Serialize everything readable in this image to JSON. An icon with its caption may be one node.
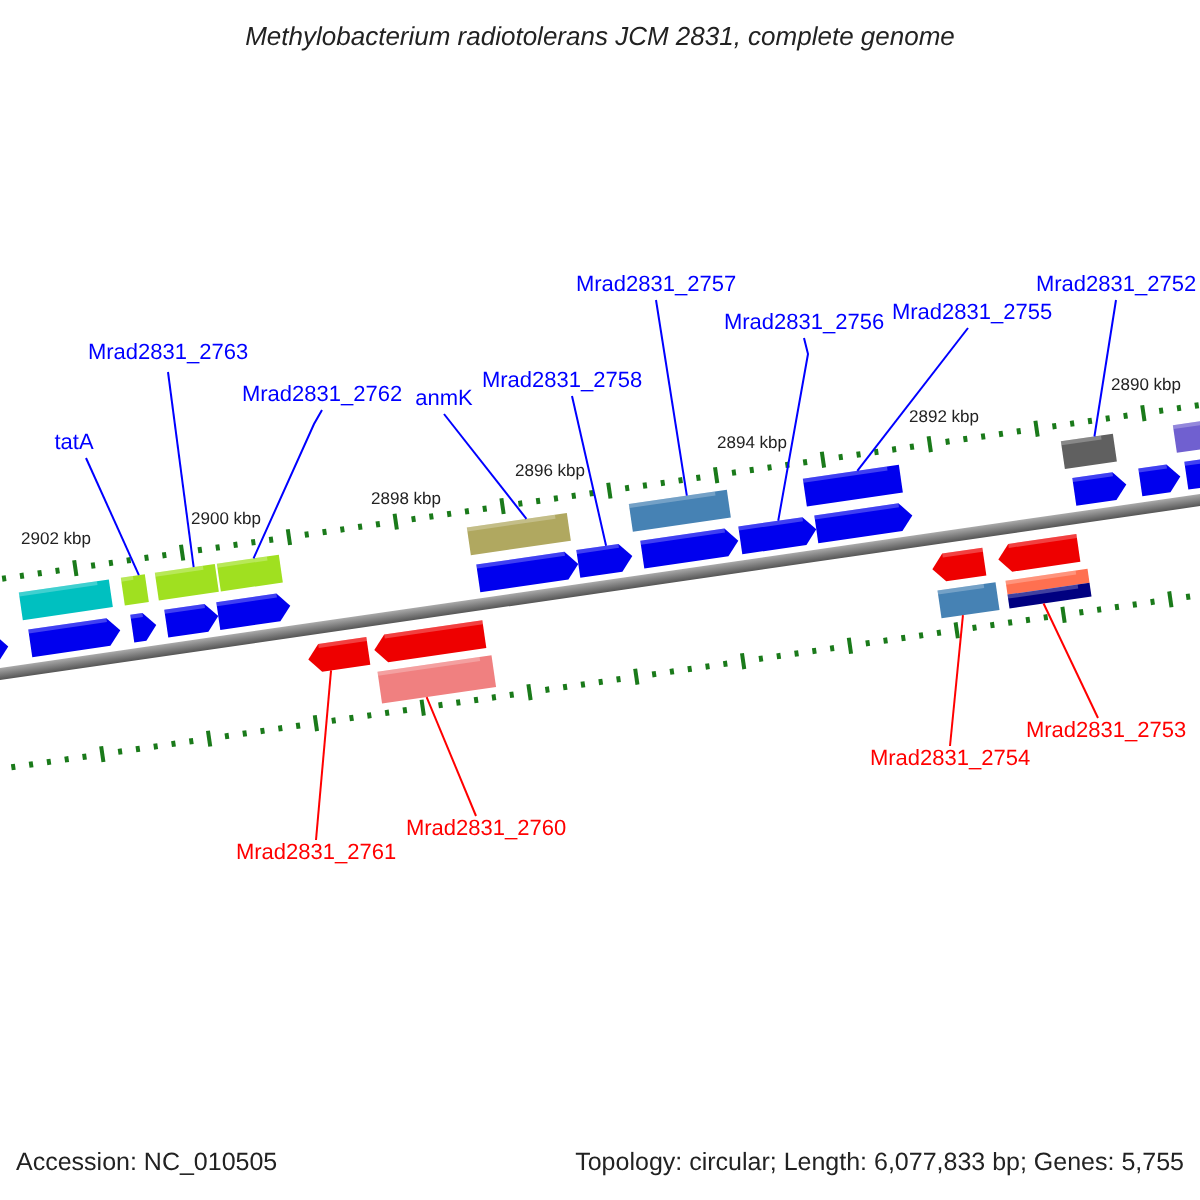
{
  "diagram": {
    "title": "Methylobacterium radiotolerans JCM 2831, complete genome",
    "nodes": [
      {
        "text": [
          "tatA"
        ]
      },
      {
        "text": [
          "Mrad2831_2763"
        ]
      },
      {
        "text": [
          "Mrad2831_2762"
        ]
      },
      {
        "text": [
          "anmK"
        ]
      },
      {
        "text": [
          "Mrad2831_2758"
        ]
      },
      {
        "text": [
          "Mrad2831_2757"
        ]
      },
      {
        "text": [
          "Mrad2831_2756"
        ]
      },
      {
        "text": [
          "Mrad2831_2755"
        ]
      },
      {
        "text": [
          "Mrad2831_2752"
        ]
      },
      {
        "text": [
          "Mrad2831_2761"
        ]
      },
      {
        "text": [
          "Mrad2831_2760"
        ]
      },
      {
        "text": [
          "Mrad2831_2754"
        ]
      },
      {
        "text": [
          "Mrad2831_2753"
        ]
      },
      {
        "text": [],
        "shape": "arrow"
      },
      {
        "text": [],
        "shape": "box"
      },
      {
        "text": [],
        "shape": "arrow"
      },
      {
        "text": [],
        "shape": "box"
      },
      {
        "text": [],
        "shape": "arrow"
      },
      {
        "text": [],
        "shape": "box"
      },
      {
        "text": [],
        "shape": "arrow"
      },
      {
        "text": [],
        "shape": "arrow"
      },
      {
        "text": [],
        "shape": "box"
      },
      {
        "text": [],
        "shape": "arrow"
      },
      {
        "text": [],
        "shape": "arrow"
      },
      {
        "text": [],
        "shape": "box"
      },
      {
        "text": [],
        "shape": "box"
      },
      {
        "text": [],
        "shape": "arrow"
      },
      {
        "text": [],
        "shape": "arrow"
      },
      {
        "text": [],
        "shape": "box"
      },
      {
        "text": [],
        "shape": "arrow"
      },
      {
        "text": [],
        "shape": "arrow"
      },
      {
        "text": [],
        "shape": "box"
      },
      {
        "text": [],
        "shape": "arrow"
      },
      {
        "text": [],
        "shape": "arrow"
      },
      {
        "text": [],
        "shape": "box"
      },
      {
        "text": [],
        "shape": "arrow"
      },
      {
        "text": [],
        "shape": "box"
      },
      {
        "text": [],
        "shape": "box"
      },
      {
        "text": [],
        "shape": "box"
      },
      {
        "text": [],
        "shape": "arrow"
      },
      {
        "text": [],
        "shape": "arrow"
      },
      {
        "text": [],
        "shape": "box"
      },
      {
        "text": [],
        "shape": "arrow"
      }
    ],
    "edges": [
      {
        "from": 0,
        "to": 16,
        "arrow": "none"
      },
      {
        "from": 1,
        "to": 18,
        "arrow": "none"
      },
      {
        "from": 2,
        "to": 21,
        "arrow": "none"
      },
      {
        "from": 3,
        "to": 25,
        "arrow": "none"
      },
      {
        "from": 4,
        "to": 27,
        "arrow": "none"
      },
      {
        "from": 5,
        "to": 28,
        "arrow": "none"
      },
      {
        "from": 6,
        "to": 30,
        "arrow": "none"
      },
      {
        "from": 7,
        "to": 31,
        "arrow": "none"
      },
      {
        "from": 8,
        "to": 38,
        "arrow": "none"
      },
      {
        "from": 9,
        "to": 22,
        "arrow": "none",
        "color": "#ff0000"
      },
      {
        "from": 10,
        "to": 24,
        "arrow": "none",
        "color": "#ff0000"
      },
      {
        "from": 11,
        "to": 34,
        "arrow": "none",
        "color": "#ff0000"
      },
      {
        "from": 12,
        "to": 37,
        "arrow": "none",
        "color": "#ff0000"
      }
    ],
    "labels": [
      "2890 kbp",
      "2892 kbp",
      "2894 kbp",
      "2896 kbp",
      "2898 kbp",
      "2900 kbp",
      "2902 kbp",
      "Accession: NC_010505",
      "Topology: circular; Length: 6,077,833 bp; Genes: 5,755"
    ]
  }
}
